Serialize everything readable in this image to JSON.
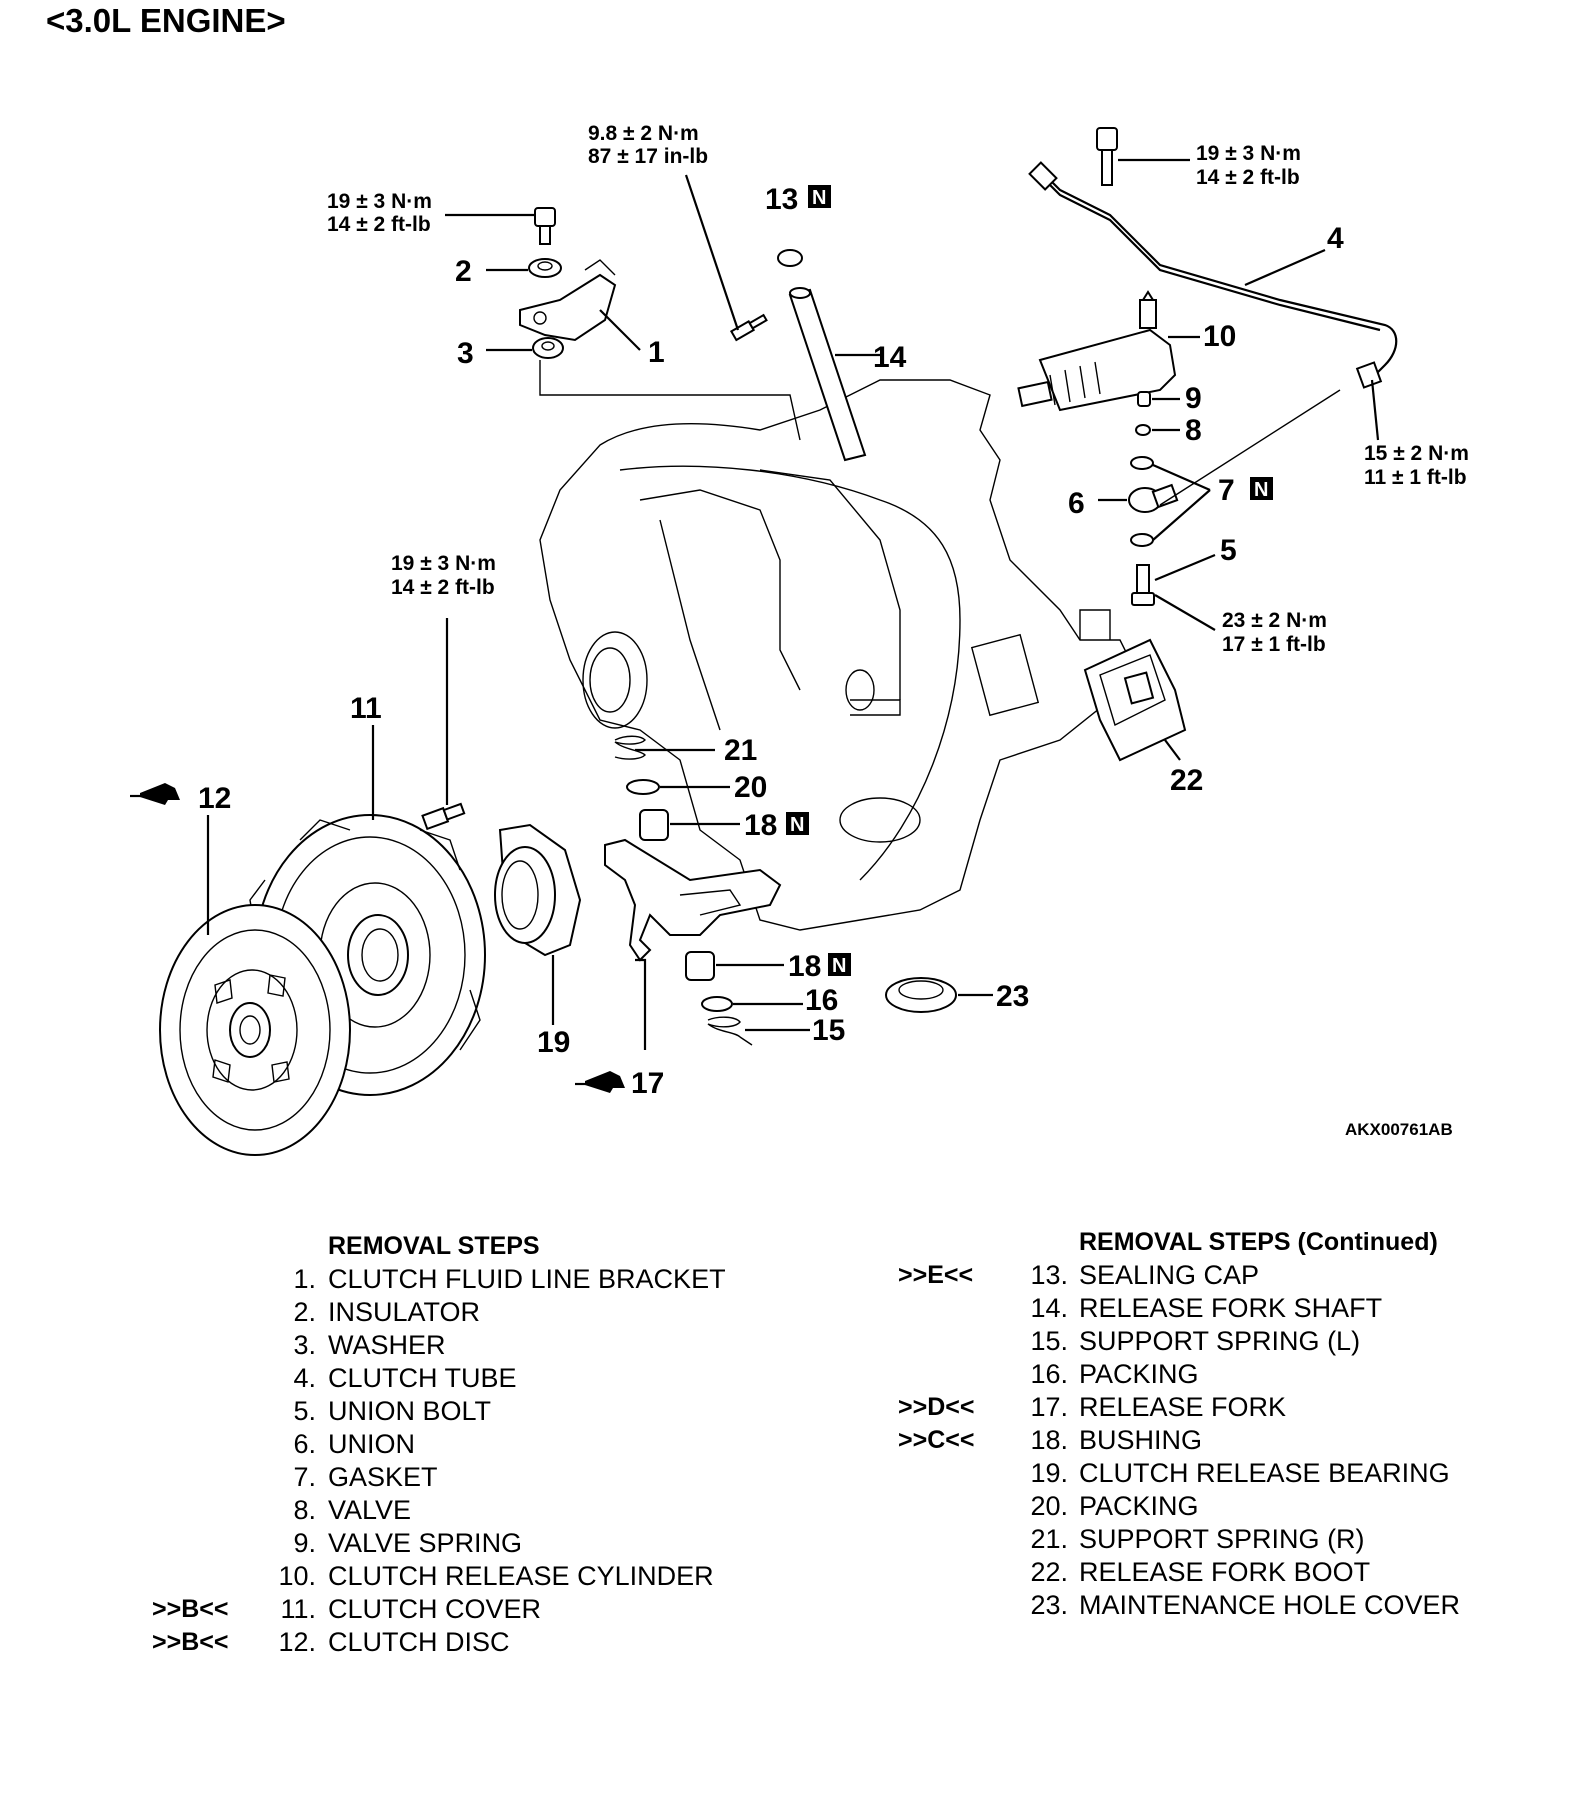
{
  "title": "<3.0L ENGINE>",
  "figure_code": "AKX00761AB",
  "torque": {
    "t_13": [
      "9.8 ± 2 N·m",
      "87 ± 17 in-lb"
    ],
    "t_1": [
      "19 ± 3 N·m",
      "14 ± 2 ft-lb"
    ],
    "t_10": [
      "19 ± 3 N·m",
      "14 ± 2 ft-lb"
    ],
    "t_4": [
      "15 ± 2 N·m",
      "11 ± 1 ft-lb"
    ],
    "t_5": [
      "23 ± 2 N·m",
      "17 ± 1 ft-lb"
    ],
    "t_11": [
      "19 ± 3 N·m",
      "14 ± 2 ft-lb"
    ]
  },
  "callouts": {
    "c1": "1",
    "c2": "2",
    "c3": "3",
    "c4": "4",
    "c5": "5",
    "c6": "6",
    "c7": "7",
    "c8": "8",
    "c9": "9",
    "c10": "10",
    "c11": "11",
    "c12": "12",
    "c13": "13",
    "c14": "14",
    "c15": "15",
    "c16": "16",
    "c17": "17",
    "c18a": "18",
    "c18b": "18",
    "c19": "19",
    "c20": "20",
    "c21": "21",
    "c22": "22",
    "c23": "23"
  },
  "new_part_tag": "N",
  "steps_left": {
    "heading": "REMOVAL STEPS",
    "items": [
      {
        "ref": "",
        "num": "1.",
        "label": "CLUTCH FLUID LINE BRACKET"
      },
      {
        "ref": "",
        "num": "2.",
        "label": "INSULATOR"
      },
      {
        "ref": "",
        "num": "3.",
        "label": "WASHER"
      },
      {
        "ref": "",
        "num": "4.",
        "label": "CLUTCH TUBE"
      },
      {
        "ref": "",
        "num": "5.",
        "label": "UNION BOLT"
      },
      {
        "ref": "",
        "num": "6.",
        "label": "UNION"
      },
      {
        "ref": "",
        "num": "7.",
        "label": "GASKET"
      },
      {
        "ref": "",
        "num": "8.",
        "label": "VALVE"
      },
      {
        "ref": "",
        "num": "9.",
        "label": "VALVE SPRING"
      },
      {
        "ref": "",
        "num": "10.",
        "label": "CLUTCH RELEASE CYLINDER"
      },
      {
        "ref": ">>B<<",
        "num": "11.",
        "label": "CLUTCH COVER"
      },
      {
        "ref": ">>B<<",
        "num": "12.",
        "label": "CLUTCH DISC"
      }
    ]
  },
  "steps_right": {
    "heading": "REMOVAL STEPS (Continued)",
    "items": [
      {
        "ref": ">>E<<",
        "num": "13.",
        "label": "SEALING CAP"
      },
      {
        "ref": "",
        "num": "14.",
        "label": "RELEASE FORK SHAFT"
      },
      {
        "ref": "",
        "num": "15.",
        "label": "SUPPORT SPRING (L)"
      },
      {
        "ref": "",
        "num": "16.",
        "label": "PACKING"
      },
      {
        "ref": ">>D<<",
        "num": "17.",
        "label": "RELEASE FORK"
      },
      {
        "ref": ">>C<<",
        "num": "18.",
        "label": "BUSHING"
      },
      {
        "ref": "",
        "num": "19.",
        "label": "CLUTCH RELEASE BEARING"
      },
      {
        "ref": "",
        "num": "20.",
        "label": "PACKING"
      },
      {
        "ref": "",
        "num": "21.",
        "label": "SUPPORT SPRING (R)"
      },
      {
        "ref": "",
        "num": "22.",
        "label": "RELEASE FORK BOOT"
      },
      {
        "ref": "",
        "num": "23.",
        "label": "MAINTENANCE HOLE COVER"
      }
    ]
  }
}
